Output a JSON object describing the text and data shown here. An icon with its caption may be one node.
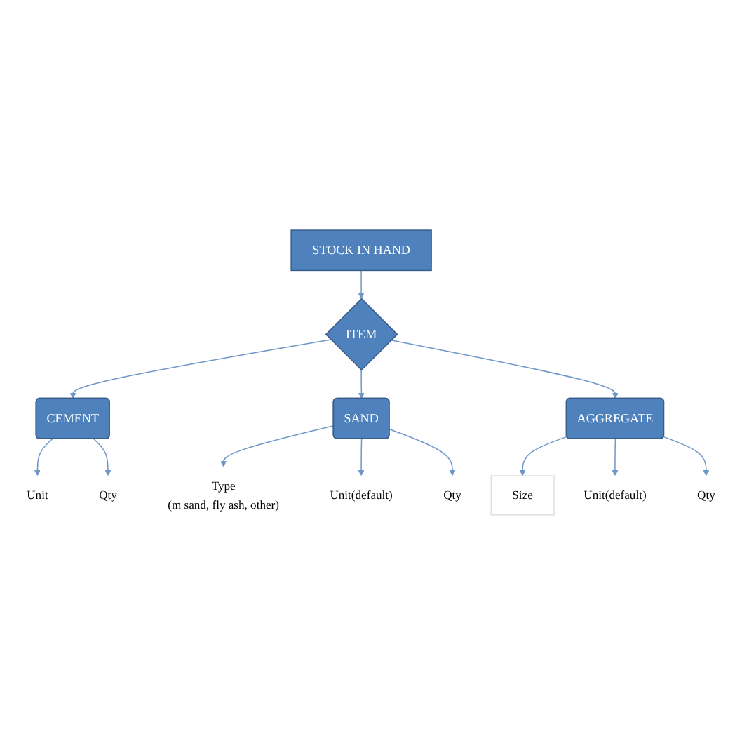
{
  "diagram": {
    "nodes": [
      {
        "text": [
          "STOCK IN HAND"
        ]
      },
      {
        "text": [
          "ITEM"
        ]
      },
      {
        "text": [
          "CEMENT"
        ]
      },
      {
        "text": [
          "SAND"
        ]
      },
      {
        "text": [
          "AGGREGATE"
        ]
      },
      {
        "text": [
          "Unit"
        ]
      },
      {
        "text": [
          "Qty"
        ]
      },
      {
        "text": [
          "Type",
          "(m sand, fly ash, other)"
        ]
      },
      {
        "text": [
          "Unit(default)"
        ]
      },
      {
        "text": [
          "Qty"
        ]
      },
      {
        "text": [
          "Size"
        ]
      },
      {
        "text": [
          "Unit(default)"
        ]
      },
      {
        "text": [
          "Qty"
        ]
      }
    ],
    "edges": [
      {
        "from": 0,
        "to": 1,
        "arrow": "to"
      },
      {
        "from": 1,
        "to": 2,
        "arrow": "to"
      },
      {
        "from": 1,
        "to": 3,
        "arrow": "to"
      },
      {
        "from": 1,
        "to": 4,
        "arrow": "to"
      },
      {
        "from": 2,
        "to": 5,
        "arrow": "to"
      },
      {
        "from": 2,
        "to": 6,
        "arrow": "to"
      },
      {
        "from": 3,
        "to": 7,
        "arrow": "to"
      },
      {
        "from": 3,
        "to": 8,
        "arrow": "to"
      },
      {
        "from": 3,
        "to": 9,
        "arrow": "to"
      },
      {
        "from": 4,
        "to": 10,
        "arrow": "to"
      },
      {
        "from": 4,
        "to": 11,
        "arrow": "to"
      },
      {
        "from": 4,
        "to": 12,
        "arrow": "to"
      }
    ]
  }
}
